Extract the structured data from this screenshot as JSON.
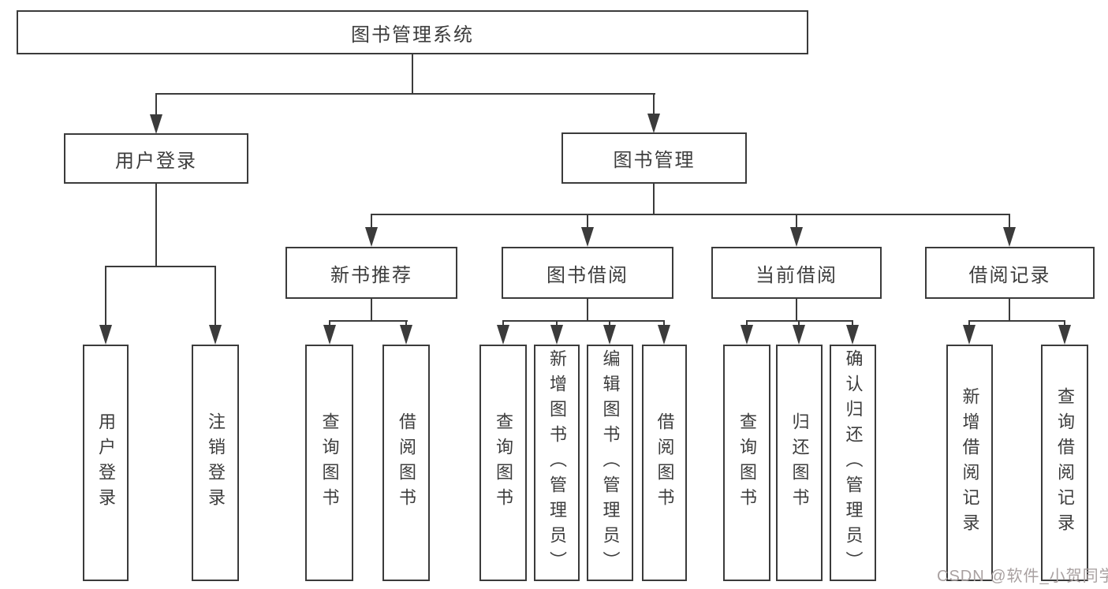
{
  "colors": {
    "line": "#3b3b3b",
    "text": "#3d3d3d",
    "box_background": "#ffffff",
    "watermark": "#a9a1a1"
  },
  "root": {
    "label": "图书管理系统"
  },
  "branch_user": {
    "label": "用户登录",
    "leaves": [
      "用户登录",
      "注销登录"
    ]
  },
  "branch_book": {
    "label": "图书管理",
    "groups": [
      {
        "label": "新书推荐",
        "leaves": [
          "查询图书",
          "借阅图书"
        ]
      },
      {
        "label": "图书借阅",
        "leaves": [
          "查询图书",
          "新增图书（管理员）",
          "编辑图书（管理员）",
          "借阅图书"
        ]
      },
      {
        "label": "当前借阅",
        "leaves": [
          "查询图书",
          "归还图书",
          "确认归还（管理员）"
        ]
      },
      {
        "label": "借阅记录",
        "leaves": [
          "新增借阅记录",
          "查询借阅记录"
        ]
      }
    ]
  },
  "watermark": {
    "text": "CSDN @软件_小贺同学"
  }
}
